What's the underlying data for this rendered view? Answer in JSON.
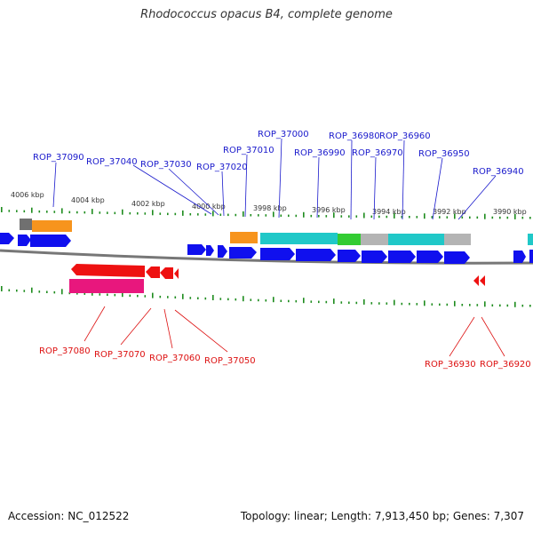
{
  "title": "Rhodococcus opacus B4, complete genome",
  "footer": {
    "accession": "Accession: NC_012522",
    "summary": "Topology: linear; Length: 7,913,450 bp; Genes: 7,307"
  },
  "colors": {
    "label_top": "#1a1acc",
    "label_bottom": "#dd1111",
    "tick": "#1e8c1e",
    "blue_gene": "#1010ee",
    "orange": "#f7941d",
    "cyan": "#20c8c8",
    "green": "#33cc33",
    "gray": "#b4b4b4",
    "dark_gray": "#707070",
    "red": "#ee1111",
    "pink": "#e8177d",
    "backbone": "#777777"
  },
  "scale_labels": [
    "4006 kbp",
    "4004 kbp",
    "4002 kbp",
    "4000 kbp",
    "3998 kbp",
    "3996 kbp",
    "3994 kbp",
    "3992 kbp",
    "3990 kbp"
  ],
  "top_labels": [
    "ROP_37090",
    "ROP_37040",
    "ROP_37030",
    "ROP_37020",
    "ROP_37010",
    "ROP_37000",
    "ROP_36990",
    "ROP_36980",
    "ROP_36970",
    "ROP_36960",
    "ROP_36950",
    "ROP_36940"
  ],
  "bottom_labels": [
    "ROP_37080",
    "ROP_37070",
    "ROP_37060",
    "ROP_37050",
    "ROP_36930",
    "ROP_36920"
  ]
}
